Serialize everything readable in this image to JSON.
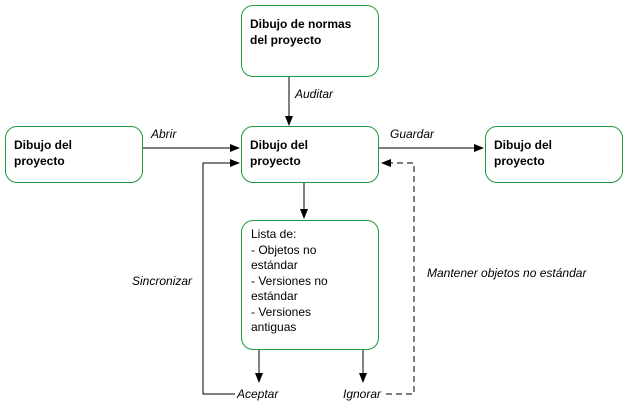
{
  "boxes": {
    "normas": "Dibujo de normas\ndel proyecto",
    "left": "Dibujo del\nproyecto",
    "center": "Dibujo del\nproyecto",
    "right": "Dibujo del\nproyecto",
    "list": "Lista de:\n- Objetos no\nestándar\n- Versiones no\nestándar\n- Versiones\nantiguas"
  },
  "labels": {
    "auditar": "Auditar",
    "abrir": "Abrir",
    "guardar": "Guardar",
    "sincronizar": "Sincronizar",
    "mantener": "Mantener objetos no estándar",
    "aceptar": "Aceptar",
    "ignorar": "Ignorar"
  },
  "colors": {
    "box_border": "#1e9a3f",
    "line": "#000000"
  }
}
